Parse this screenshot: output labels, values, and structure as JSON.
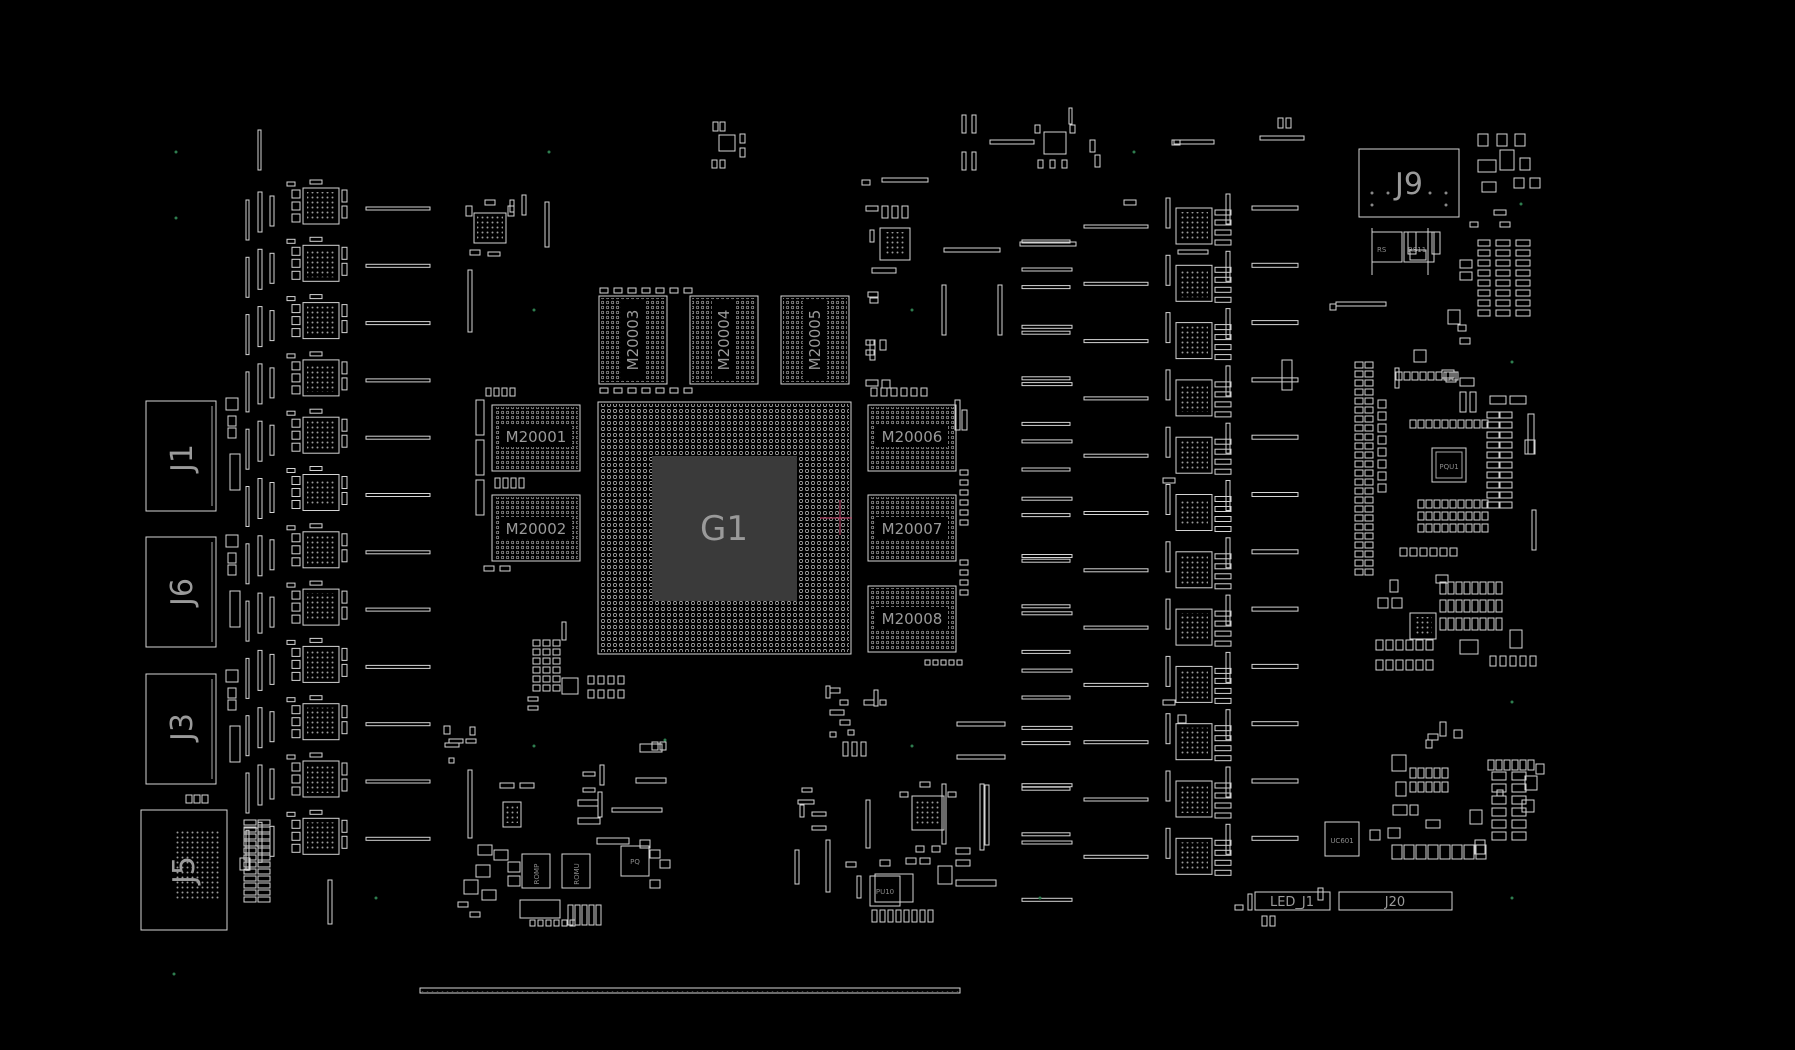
{
  "board": {
    "background": "#000000",
    "outline_color": "#d4d4d4",
    "label_color": "#9a9a9a",
    "via_color": "#2e7d4f",
    "cursor_color": "#c8406a"
  },
  "labels": {
    "g1": "G1",
    "m20001": "M20001",
    "m20002": "M20002",
    "m20003": "M20003",
    "m20004": "M20004",
    "m20005": "M20005",
    "m20006": "M20006",
    "m20007": "M20007",
    "m20008": "M20008",
    "j1": "J1",
    "j6": "J6",
    "j3": "J3",
    "j5": "J5",
    "j9": "J9",
    "led_j1": "LED_J1",
    "j20": "J20",
    "pqu1": "PQU1",
    "romp": "ROMP",
    "romu": "ROMU",
    "rs": "RS",
    "rs11": "RS11",
    "pu10": "PU10",
    "pq": "PQ",
    "uc601": "UC601"
  }
}
